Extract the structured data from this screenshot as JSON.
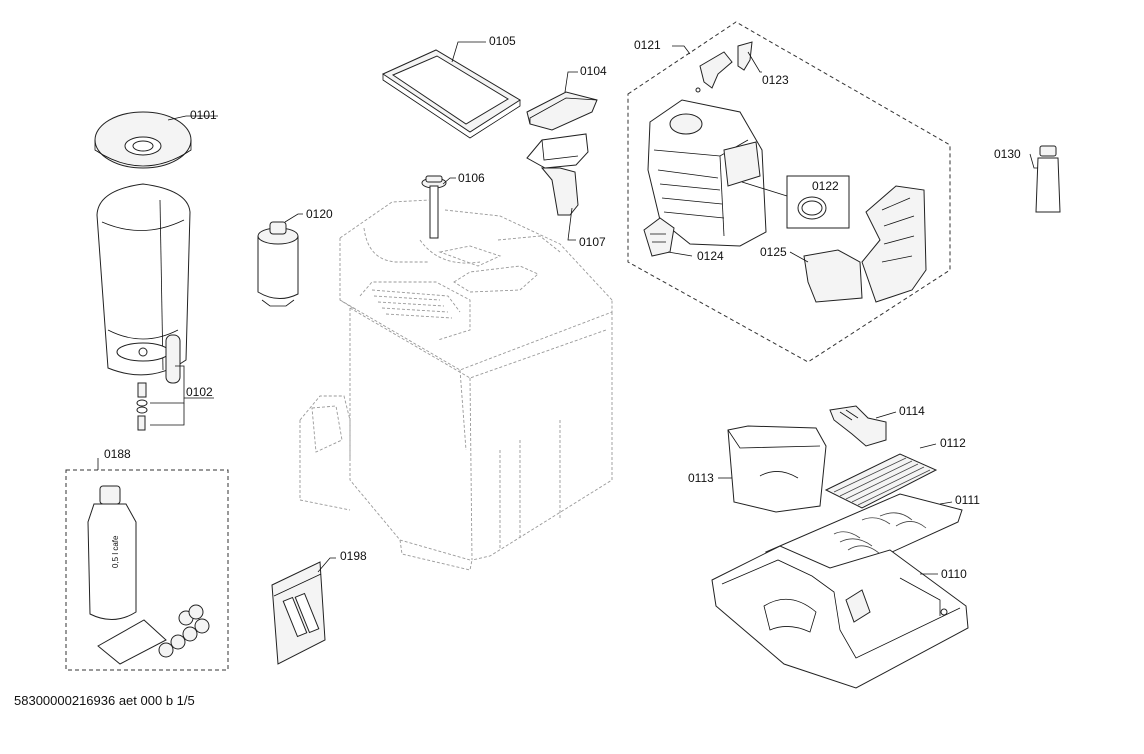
{
  "diagram": {
    "footer": "58300000216936 aet 000 b 1/5",
    "callouts": {
      "c0101": "0101",
      "c0102": "0102",
      "c0104": "0104",
      "c0105": "0105",
      "c0106": "0106",
      "c0107": "0107",
      "c0110": "0110",
      "c0111": "0111",
      "c0112": "0112",
      "c0113": "0113",
      "c0114": "0114",
      "c0120": "0120",
      "c0121": "0121",
      "c0122": "0122",
      "c0123": "0123",
      "c0124": "0124",
      "c0125": "0125",
      "c0130": "0130",
      "c0188": "0188",
      "c0198": "0198"
    },
    "part_lettering": {
      "bottle_label": "0,5 l cafe"
    }
  }
}
